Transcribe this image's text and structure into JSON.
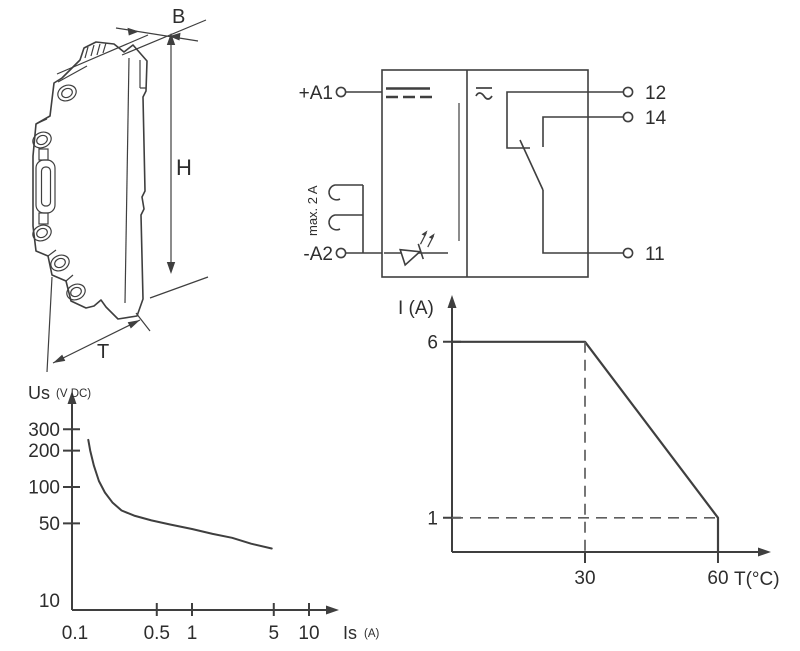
{
  "page": {
    "background": "#ffffff",
    "line_color": "#3f3f3f",
    "dashed_color": "#5e5e5e",
    "text_color": "#2d2d2d"
  },
  "dimension_drawing": {
    "description": "isometric outline drawing of slim DIN-rail relay module with screw terminals",
    "labels": {
      "width": "B",
      "height": "H",
      "depth": "T"
    }
  },
  "circuit_diagram": {
    "input_terminals": [
      {
        "label": "+A1"
      },
      {
        "label": "-A2"
      }
    ],
    "bridge_label": "max. 2 A",
    "output_terminals": [
      {
        "label": "12"
      },
      {
        "label": "14"
      },
      {
        "label": "11"
      }
    ],
    "symbols": {
      "input_side": "dc-supply-symbol",
      "isolation": "galvanic-isolation-line",
      "indicator": "led-indicator",
      "output_side": "rectified-ac-symbol",
      "contact": "changeover-relay-contact"
    }
  },
  "chart_data": [
    {
      "type": "line",
      "name": "switching-voltage-vs-switching-current",
      "ylabel": "Us",
      "ylabel_unit": "(V DC)",
      "xlabel": "Is",
      "xlabel_unit": "(A)",
      "xscale": "log",
      "yscale": "log",
      "x_ticks": [
        0.1,
        0.5,
        1,
        5,
        10
      ],
      "x_ticks_with_mark": [
        0.5,
        1,
        5,
        10
      ],
      "y_ticks": [
        300,
        200,
        100,
        50,
        10
      ],
      "y_ticks_with_mark": [
        300,
        200,
        100,
        50
      ],
      "xlim": [
        0.1,
        13
      ],
      "ylim": [
        10,
        400
      ],
      "grid": false,
      "legend": false,
      "points": [
        [
          0.13,
          245
        ],
        [
          0.135,
          200
        ],
        [
          0.145,
          150
        ],
        [
          0.16,
          112
        ],
        [
          0.18,
          90
        ],
        [
          0.21,
          74
        ],
        [
          0.25,
          64
        ],
        [
          0.32,
          58
        ],
        [
          0.45,
          53
        ],
        [
          0.65,
          49
        ],
        [
          1,
          45
        ],
        [
          1.5,
          41
        ],
        [
          2.2,
          38
        ],
        [
          3.2,
          34
        ],
        [
          4.8,
          31
        ]
      ]
    },
    {
      "type": "line",
      "name": "current-derating-vs-temperature",
      "ylabel": "I (A)",
      "xlabel": "T(°C)",
      "xscale": "linear",
      "yscale": "linear",
      "x_ticks": [
        30,
        60
      ],
      "y_ticks": [
        6,
        1
      ],
      "xlim": [
        0,
        72
      ],
      "ylim": [
        0,
        7.3
      ],
      "grid": false,
      "legend": false,
      "series": [
        {
          "name": "max-continuous-current",
          "style": "solid",
          "points": [
            [
              0,
              6
            ],
            [
              30,
              6
            ],
            [
              60,
              1
            ],
            [
              60,
              0
            ]
          ]
        },
        {
          "name": "guide-line-30C",
          "style": "dashed",
          "points": [
            [
              30,
              6
            ],
            [
              30,
              0
            ]
          ]
        },
        {
          "name": "guide-line-1A",
          "style": "dashed",
          "points": [
            [
              0,
              1
            ],
            [
              60,
              1
            ]
          ]
        }
      ]
    }
  ]
}
